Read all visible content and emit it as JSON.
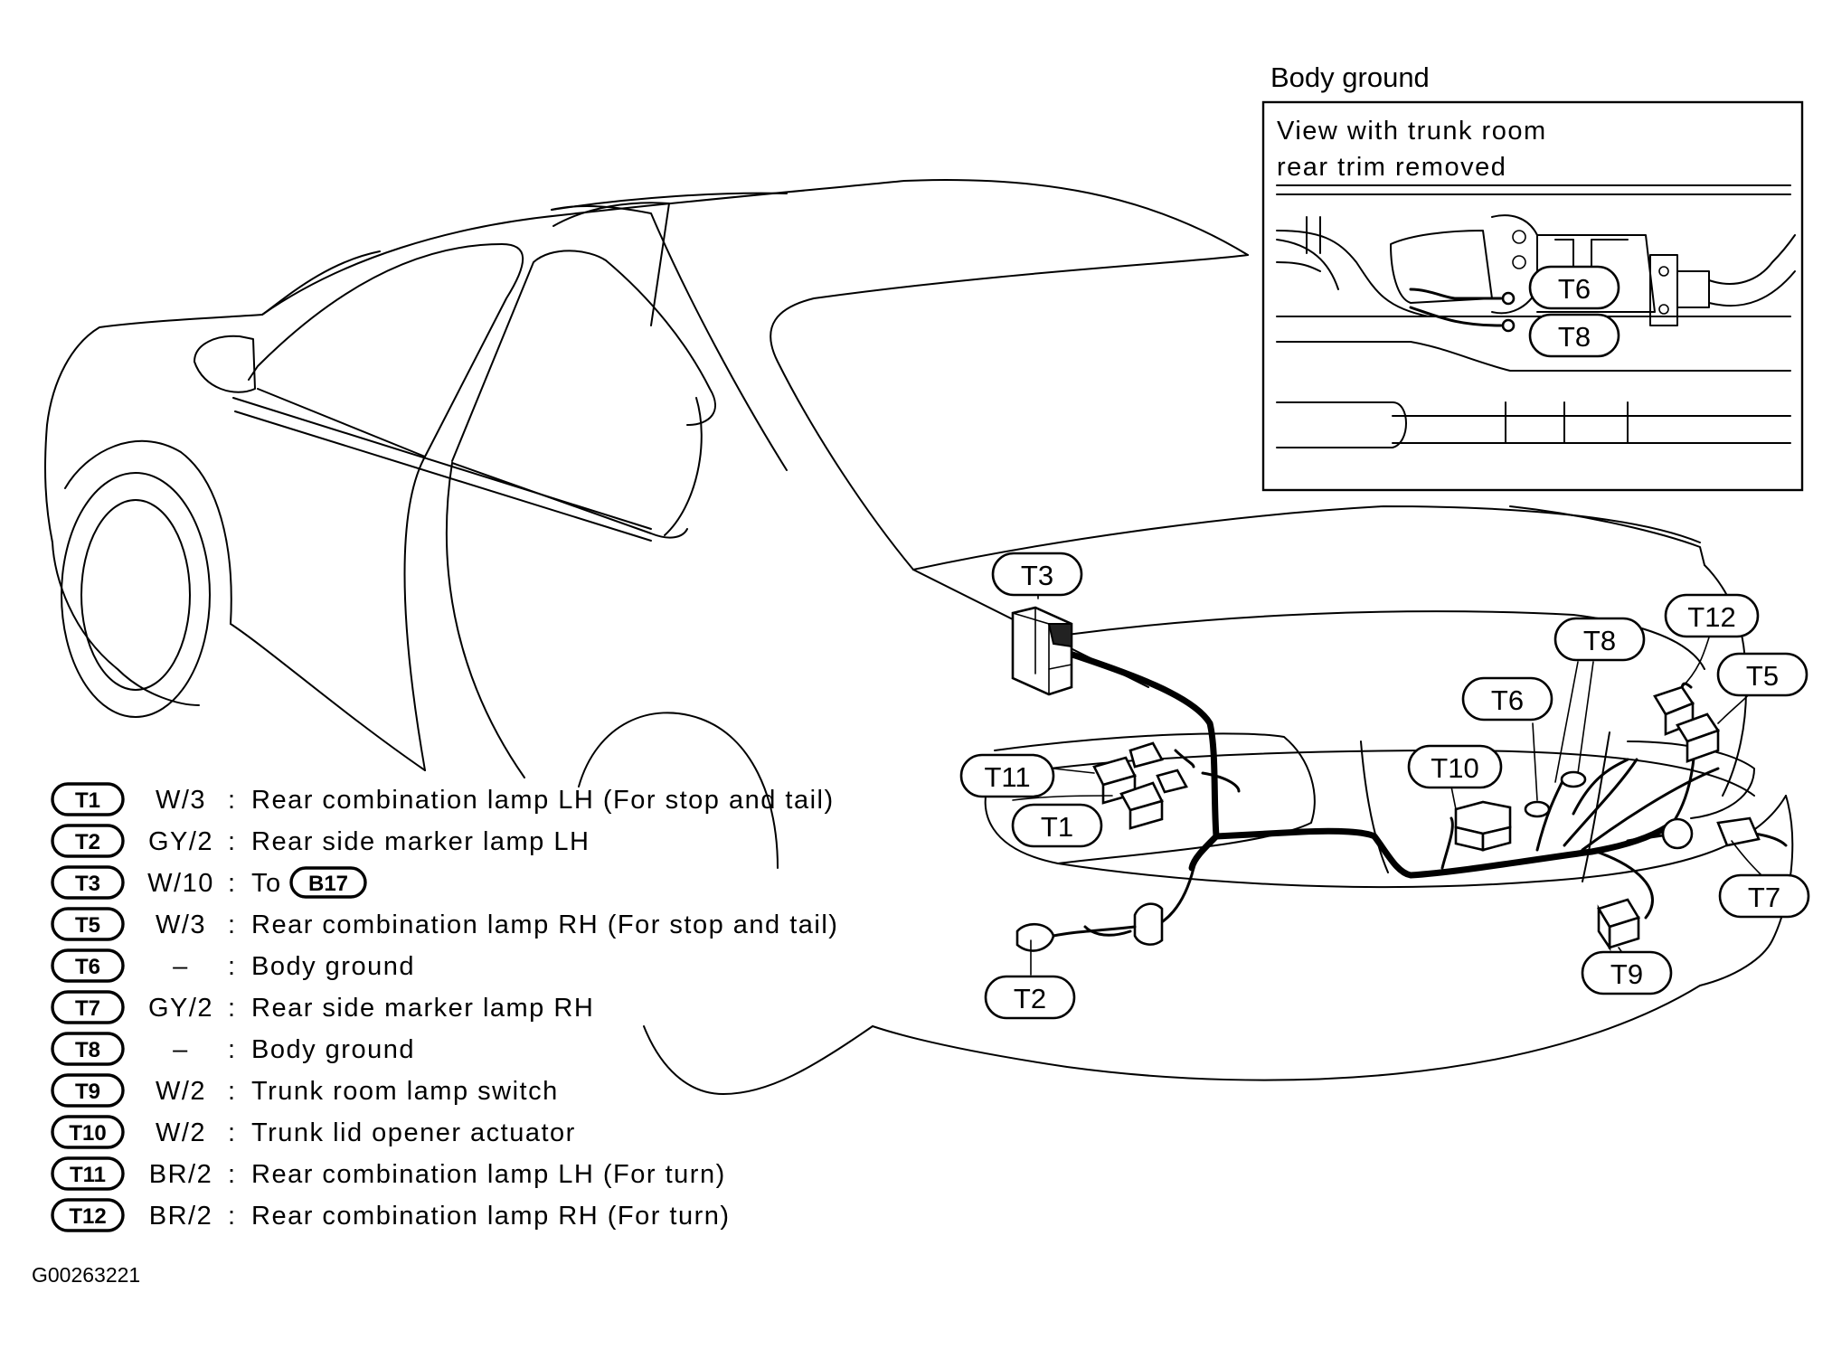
{
  "inset": {
    "title": "Body ground",
    "caption_line1": "View with trunk room",
    "caption_line2": "rear trim removed",
    "labels": {
      "t6": "T6",
      "t8": "T8"
    }
  },
  "callouts": {
    "t1": "T1",
    "t2": "T2",
    "t3": "T3",
    "t5": "T5",
    "t6": "T6",
    "t7": "T7",
    "t8": "T8",
    "t9": "T9",
    "t10": "T10",
    "t11": "T11",
    "t12": "T12"
  },
  "legend": [
    {
      "code": "T1",
      "wire": "W/3",
      "desc": "Rear combination lamp LH (For stop and tail)"
    },
    {
      "code": "T2",
      "wire": "GY/2",
      "desc": "Rear side marker lamp LH"
    },
    {
      "code": "T3",
      "wire": "W/10",
      "desc": "To",
      "ref": "B17"
    },
    {
      "code": "T5",
      "wire": "W/3",
      "desc": "Rear combination lamp RH (For stop and tail)"
    },
    {
      "code": "T6",
      "wire": "–",
      "desc": "Body ground"
    },
    {
      "code": "T7",
      "wire": "GY/2",
      "desc": "Rear side marker lamp RH"
    },
    {
      "code": "T8",
      "wire": "–",
      "desc": "Body ground"
    },
    {
      "code": "T9",
      "wire": "W/2",
      "desc": "Trunk room lamp switch"
    },
    {
      "code": "T10",
      "wire": "W/2",
      "desc": "Trunk lid opener actuator"
    },
    {
      "code": "T11",
      "wire": "BR/2",
      "desc": "Rear combination lamp LH (For turn)"
    },
    {
      "code": "T12",
      "wire": "BR/2",
      "desc": "Rear combination lamp RH (For turn)"
    }
  ],
  "legend_separator": ":",
  "figure_id": "G00263221"
}
